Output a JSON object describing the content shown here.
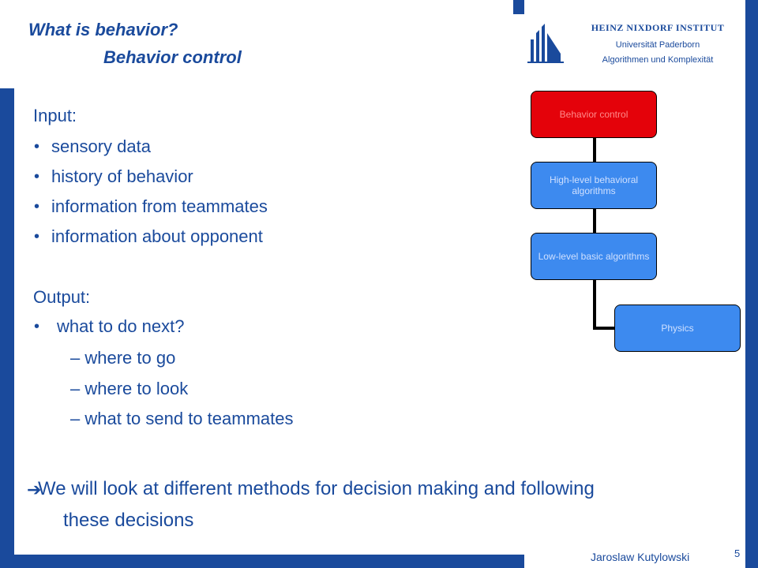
{
  "header": {
    "title": "What is behavior?",
    "subtitle": "Behavior control"
  },
  "institute": {
    "name": "HEINZ NIXDORF INSTITUT",
    "university": "Universität Paderborn",
    "department": "Algorithmen und Komplexität"
  },
  "content": {
    "input_heading": "Input:",
    "input_items": [
      "sensory data",
      "history of behavior",
      "information from teammates",
      "information about opponent"
    ],
    "output_heading": "Output:",
    "output_item": "what to do next?",
    "output_subitems": [
      "– where to go",
      "– where to look",
      "– what to send to teammates"
    ],
    "bullet_symbol": "•"
  },
  "diagram": {
    "boxes": [
      {
        "label": "Behavior control",
        "color": "#e4020a"
      },
      {
        "label": "High-level behavioral algorithms",
        "color": "#3d8aef"
      },
      {
        "label": "Low-level basic algorithms",
        "color": "#3d8aef"
      },
      {
        "label": "Physics",
        "color": "#3d8aef"
      }
    ]
  },
  "conclusion": {
    "arrow_icon": "arrow-right-icon",
    "arrow_symbol": "➔",
    "line1": "We will look at different methods for decision making and following",
    "line2": "these decisions"
  },
  "footer": {
    "author": "Jaroslaw Kutylowski",
    "page_number": "5"
  },
  "colors": {
    "brand_blue": "#1a4a9c",
    "box_blue": "#3d8aef",
    "box_red": "#e4020a"
  }
}
